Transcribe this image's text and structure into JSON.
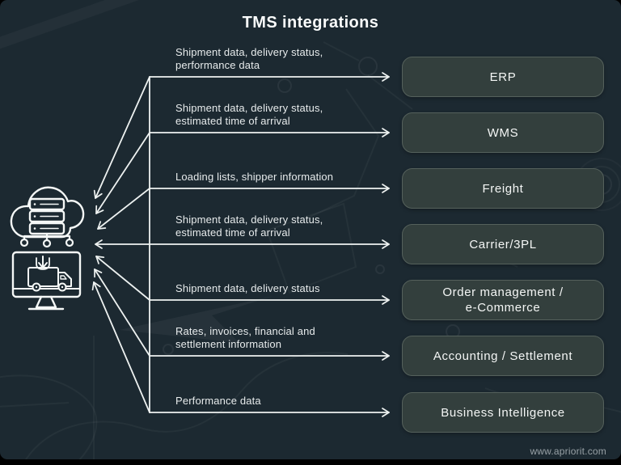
{
  "title": "TMS integrations",
  "footer": "www.apriorit.com",
  "icons": {
    "source_top": "cloud-server-icon",
    "source_bottom": "monitor-truck-download-icon"
  },
  "colors": {
    "background": "#1c2931",
    "box_fill": "#333f3d",
    "box_border": "#55615c",
    "arrow_line": "#eef2f1",
    "label_text": "#e7ebec",
    "title_text": "#fafcfc",
    "footer_text": "#98a1a6"
  },
  "rows": [
    {
      "label_lines": [
        "Shipment data, delivery status,",
        "performance data"
      ],
      "target_lines": [
        "ERP"
      ]
    },
    {
      "label_lines": [
        "Shipment data, delivery status,",
        "estimated time of arrival"
      ],
      "target_lines": [
        "WMS"
      ]
    },
    {
      "label_lines": [
        "Loading lists, shipper information"
      ],
      "target_lines": [
        "Freight"
      ]
    },
    {
      "label_lines": [
        "Shipment data, delivery status,",
        "estimated time of arrival"
      ],
      "target_lines": [
        "Carrier/3PL"
      ]
    },
    {
      "label_lines": [
        "Shipment data, delivery status"
      ],
      "target_lines": [
        "Order management /",
        "e-Commerce"
      ]
    },
    {
      "label_lines": [
        "Rates, invoices, financial and",
        "settlement information"
      ],
      "target_lines": [
        "Accounting / Settlement"
      ]
    },
    {
      "label_lines": [
        "Performance data"
      ],
      "target_lines": [
        "Business Intelligence"
      ]
    }
  ]
}
